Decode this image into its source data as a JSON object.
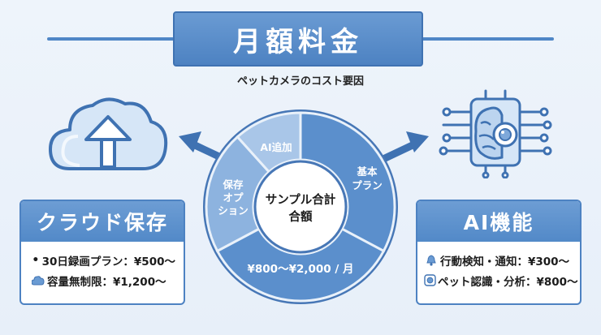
{
  "title": "月額料金",
  "subtitle": "ペットカメラのコスト要因",
  "left_panel": {
    "title": "クラウド保存",
    "items": [
      {
        "icon": "bullet-dot",
        "text": "30日録画プラン：¥500〜"
      },
      {
        "icon": "cloud-icon",
        "text": "容量無制限：¥1,200〜"
      }
    ]
  },
  "right_panel": {
    "title": "AI機能",
    "items": [
      {
        "icon": "bell-icon",
        "text": "行動検知・通知：¥300〜"
      },
      {
        "icon": "camera-scan-icon",
        "text": "ペット認識・分析：¥800〜"
      }
    ]
  },
  "center": {
    "label_line1": "サンプル合計",
    "label_line2": "合額",
    "segments": [
      {
        "lines": [
          "基本",
          "プラン"
        ]
      },
      {
        "lines": [
          "¥800〜¥2,000 / 月"
        ]
      },
      {
        "lines": [
          "保存",
          "オプ",
          "ション"
        ]
      },
      {
        "lines": [
          "AI追加"
        ]
      }
    ]
  },
  "colors": {
    "primary": "#4d82c2",
    "segment_main": "#5b8fcc",
    "segment_light": "#8db3df",
    "segment_pale": "#a9c6e8"
  }
}
